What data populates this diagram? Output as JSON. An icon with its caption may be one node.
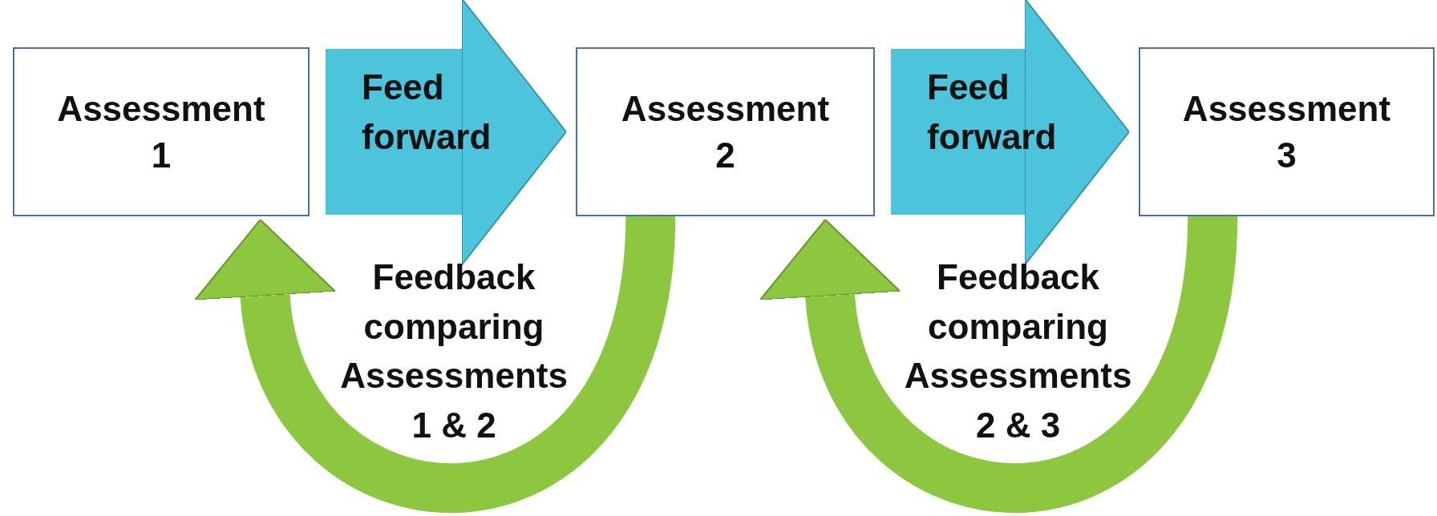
{
  "diagram": {
    "nodes": [
      {
        "text": [
          "Assessment 1"
        ]
      },
      {
        "text": [
          "Assessment 2"
        ]
      },
      {
        "text": [
          "Assessment 3"
        ]
      }
    ],
    "edges": [
      {
        "from": 0,
        "to": 1,
        "arrow": "to",
        "label": "Feed forward",
        "style": "thick",
        "color": "#4bc4dc"
      },
      {
        "from": 1,
        "to": 2,
        "arrow": "to",
        "label": "Feed forward",
        "style": "thick",
        "color": "#4bc4dc"
      },
      {
        "from": 1,
        "to": 0,
        "arrow": "to",
        "label": "Feedback comparing Assessments 1 & 2",
        "color": "#8dc63f"
      },
      {
        "from": 2,
        "to": 1,
        "arrow": "to",
        "label": "Feedback comparing Assessments 2 & 3",
        "color": "#8dc63f"
      }
    ]
  }
}
